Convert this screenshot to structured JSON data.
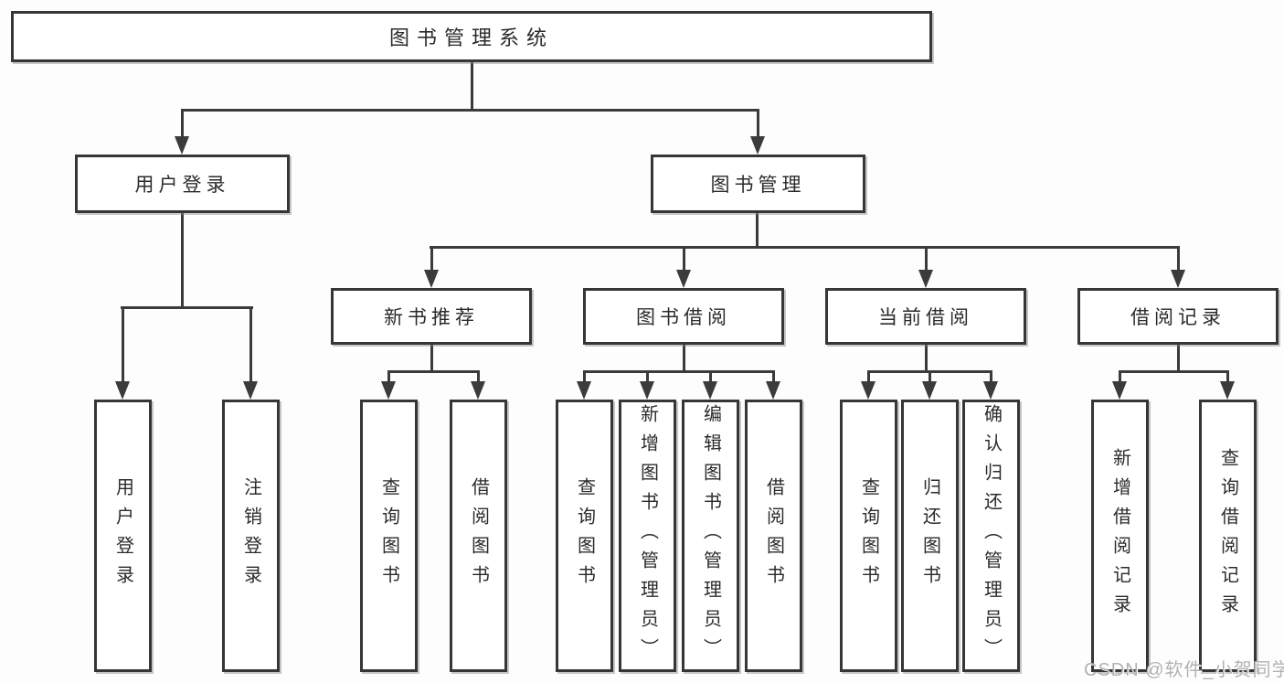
{
  "title": "图书管理系统",
  "watermark": "CSDN @软件_小贺同学",
  "colors": {
    "line": "#3b3b3b",
    "box_border": "#363636",
    "box_fill": "#ffffff",
    "text": "#2b2b2b",
    "background": "#fdfdfd",
    "watermark": "#b2b2b6"
  },
  "tree": {
    "root": {
      "label": "图书管理系统"
    },
    "branches": [
      {
        "label": "用户登录",
        "children": [
          {
            "label": "用户登录"
          },
          {
            "label": "注销登录"
          }
        ]
      },
      {
        "label": "图书管理",
        "children": [
          {
            "label": "新书推荐",
            "children": [
              {
                "label": "查询图书"
              },
              {
                "label": "借阅图书"
              }
            ]
          },
          {
            "label": "图书借阅",
            "children": [
              {
                "label": "查询图书"
              },
              {
                "label": "新增图书（管理员）"
              },
              {
                "label": "编辑图书（管理员）"
              },
              {
                "label": "借阅图书"
              }
            ]
          },
          {
            "label": "当前借阅",
            "children": [
              {
                "label": "查询图书"
              },
              {
                "label": "归还图书"
              },
              {
                "label": "确认归还（管理员）"
              }
            ]
          },
          {
            "label": "借阅记录",
            "children": [
              {
                "label": "新增借阅记录"
              },
              {
                "label": "查询借阅记录"
              }
            ]
          }
        ]
      }
    ]
  }
}
